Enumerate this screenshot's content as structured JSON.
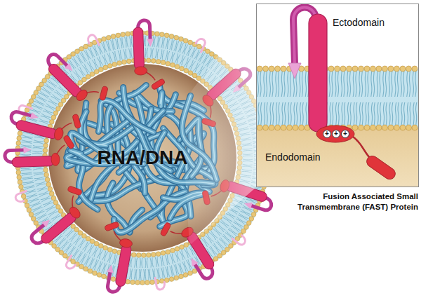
{
  "diagram": {
    "caption": "Fusion Associated Small Transmembrane (FAST) Protein",
    "nodes": [
      {
        "text": [
          "RNA/DNA"
        ]
      },
      {
        "text": [
          "Ectodomain",
          "Endodomain"
        ]
      },
      {
        "text": [
          "+"
        ],
        "in": 1
      },
      {
        "text": [
          "+"
        ],
        "in": 1
      },
      {
        "text": [
          "+"
        ],
        "in": 1
      }
    ]
  }
}
